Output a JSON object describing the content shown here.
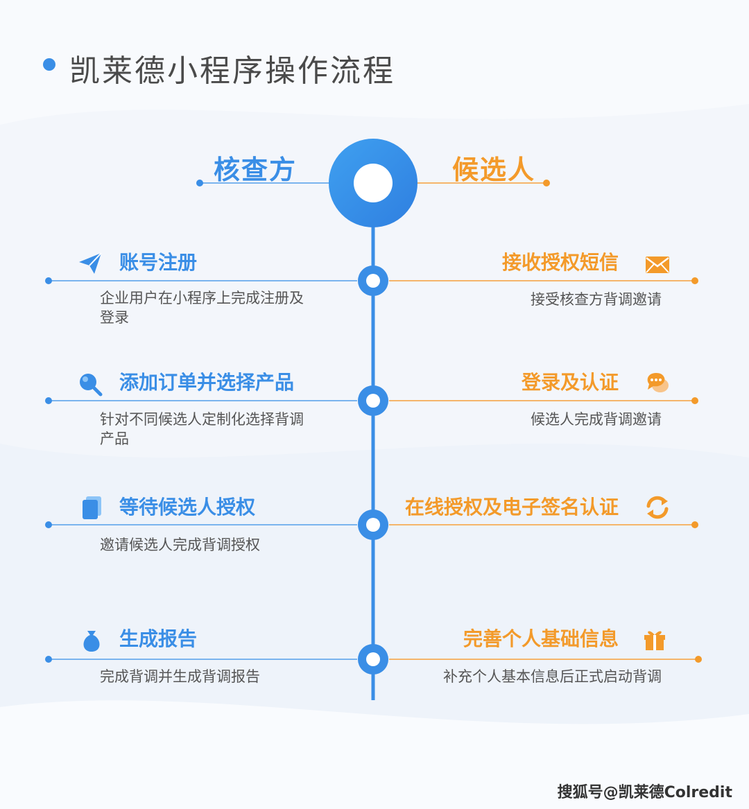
{
  "title": "凯莱德小程序操作流程",
  "header": {
    "left": "核查方",
    "right": "候选人"
  },
  "colors": {
    "blue": "#3a8ee6",
    "orange": "#f39a2a"
  },
  "left_steps": [
    {
      "title": "账号注册",
      "desc": "企业用户在小程序上完成注册及登录",
      "icon": "paper-plane-icon"
    },
    {
      "title": "添加订单并选择产品",
      "desc": "针对不同候选人定制化选择背调产品",
      "icon": "search-icon"
    },
    {
      "title": "等待候选人授权",
      "desc": "邀请候选人完成背调授权",
      "icon": "document-icon"
    },
    {
      "title": "生成报告",
      "desc": "完成背调并生成背调报告",
      "icon": "money-bag-icon"
    }
  ],
  "right_steps": [
    {
      "title": "接收授权短信",
      "desc": "接受核查方背调邀请",
      "icon": "envelope-icon"
    },
    {
      "title": "登录及认证",
      "desc": "候选人完成背调邀请",
      "icon": "chat-bubble-icon"
    },
    {
      "title": "在线授权及电子签名认证",
      "desc": "",
      "icon": "refresh-icon"
    },
    {
      "title": "完善个人基础信息",
      "desc": "补充个人基本信息后正式启动背调",
      "icon": "gift-icon"
    }
  ],
  "watermark": "搜狐号@凯莱德Colredit"
}
